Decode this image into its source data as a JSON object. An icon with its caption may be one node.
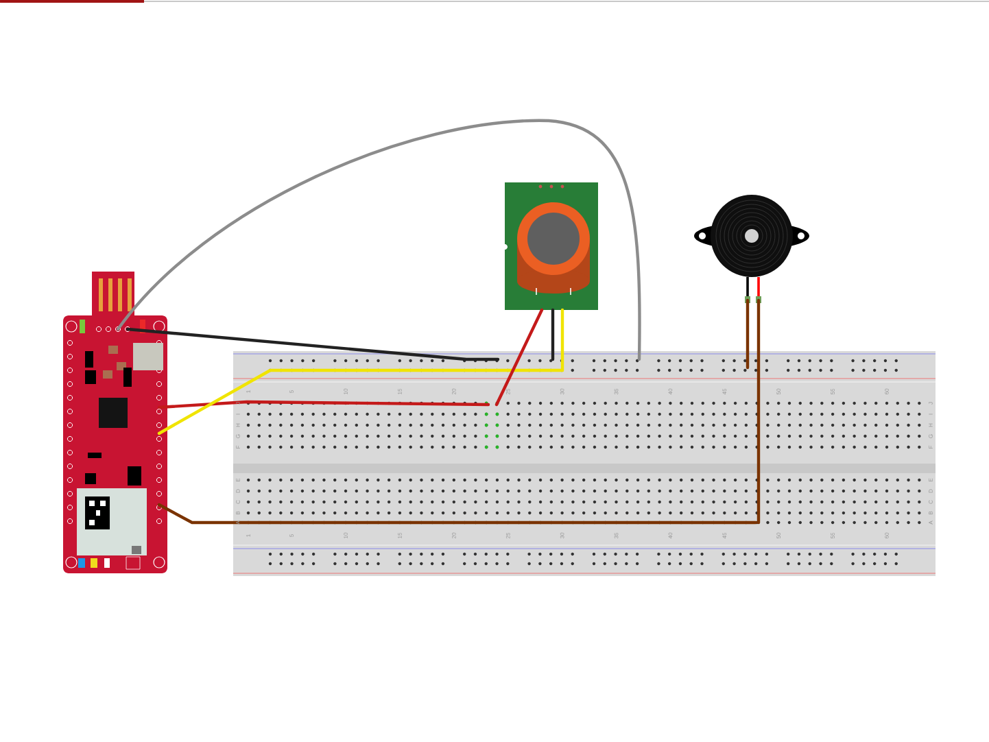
{
  "diagram": {
    "nodes": [
      {
        "text": [],
        "shape": "picture"
      },
      {
        "text": [],
        "shape": "picture"
      },
      {
        "text": [],
        "shape": "picture"
      },
      {
        "text": [],
        "shape": "picture"
      }
    ],
    "edges": [
      {
        "from": 0,
        "to": 1,
        "arrow": "none",
        "color": "#222222"
      },
      {
        "from": 0,
        "to": 1,
        "arrow": "none",
        "color": "#8c8c8c"
      },
      {
        "from": 0,
        "to": 1,
        "arrow": "none",
        "color": "#c41a1a"
      },
      {
        "from": 0,
        "to": 1,
        "arrow": "none",
        "color": "#f0e400"
      },
      {
        "from": 0,
        "to": 1,
        "arrow": "none",
        "color": "#7a3300"
      },
      {
        "from": 2,
        "to": 1,
        "arrow": "none",
        "color": "#c41a1a"
      },
      {
        "from": 2,
        "to": 1,
        "arrow": "none",
        "color": "#222222"
      },
      {
        "from": 2,
        "to": 1,
        "arrow": "none",
        "color": "#f0e400"
      },
      {
        "from": 3,
        "to": 1,
        "arrow": "none",
        "color": "#7a3300"
      },
      {
        "from": 3,
        "to": 1,
        "arrow": "none",
        "color": "#7a3300"
      }
    ],
    "labels": [
      "1",
      "5",
      "10",
      "15",
      "20",
      "25",
      "30",
      "35",
      "40",
      "45",
      "50",
      "55",
      "60",
      "J",
      "J",
      "I",
      "I",
      "H",
      "H",
      "G",
      "G",
      "F",
      "F",
      "E",
      "E",
      "D",
      "D",
      "C",
      "C",
      "B",
      "B",
      "A",
      "A",
      "1",
      "5",
      "10",
      "15",
      "20",
      "25",
      "30",
      "35",
      "40",
      "45",
      "50",
      "55",
      "60"
    ]
  }
}
